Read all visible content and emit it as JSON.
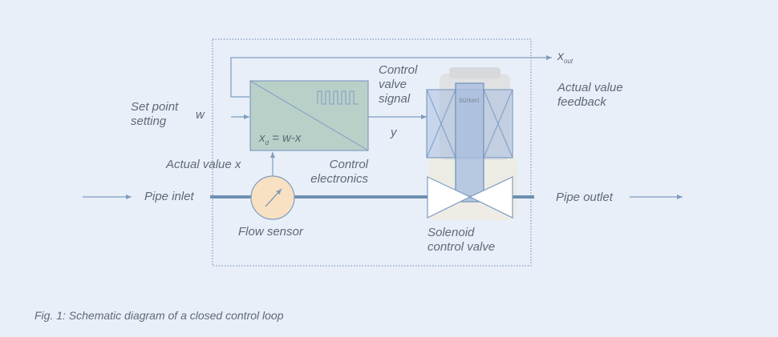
{
  "labels": {
    "x_out": "x",
    "x_out_sub": "out",
    "actual_value_feedback": [
      "Actual value",
      "feedback"
    ],
    "control_valve_signal": [
      "Control",
      "valve",
      "signal"
    ],
    "set_point_setting": [
      "Set point",
      "setting"
    ],
    "w": "w",
    "y": "y",
    "error_formula": "= w-x",
    "error_var": "x",
    "error_sub": "d",
    "actual_value_x": "Actual value x",
    "control_electronics": [
      "Control",
      "electronics"
    ],
    "pipe_inlet": "Pipe inlet",
    "pipe_outlet": "Pipe outlet",
    "flow_sensor": "Flow sensor",
    "solenoid_control_valve": [
      "Solenoid",
      "control valve"
    ],
    "valve_brand": "bürkert"
  },
  "caption": "Fig. 1: Schematic diagram of a closed control loop",
  "colors": {
    "background": "#e9eff8",
    "line": "#7f9cc0",
    "pipe": "#6e8fb3",
    "controller_fill": "#b8d0c8",
    "sensor_fill": "#f8e1c2",
    "actuator_fill": "#a9bfe0",
    "text": "#5d6a78"
  }
}
